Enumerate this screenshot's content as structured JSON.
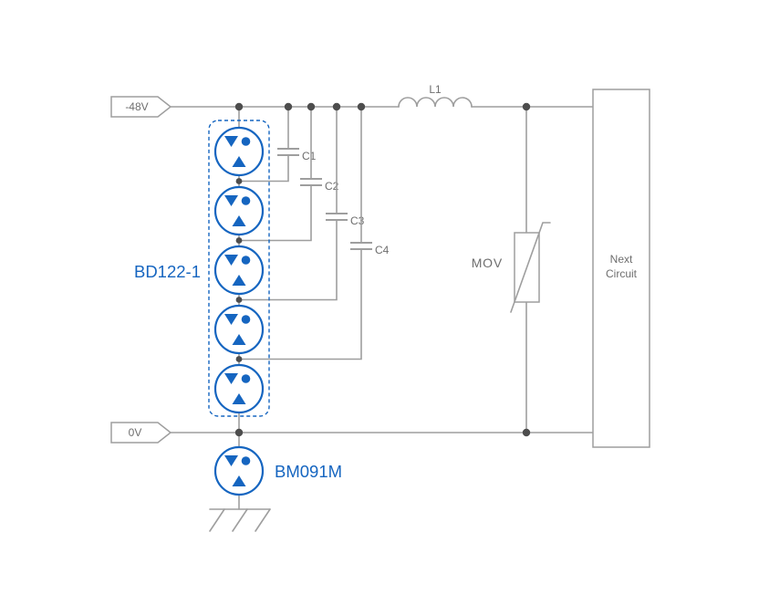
{
  "colors": {
    "accent_blue": "#1565c0",
    "wire_gray": "#9e9e9e",
    "text_gray": "#6e6e6e",
    "junction_dot": "#4d4d4d"
  },
  "terminals": {
    "input": "-48V",
    "reference": "0V"
  },
  "components": {
    "inductor": "L1",
    "capacitors": [
      "C1",
      "C2",
      "C3",
      "C4"
    ],
    "varistor": "MOV",
    "protector_array": "BD122-1",
    "protector_single": "BM091M"
  },
  "next_circuit": {
    "line1": "Next",
    "line2": "Circuit"
  }
}
